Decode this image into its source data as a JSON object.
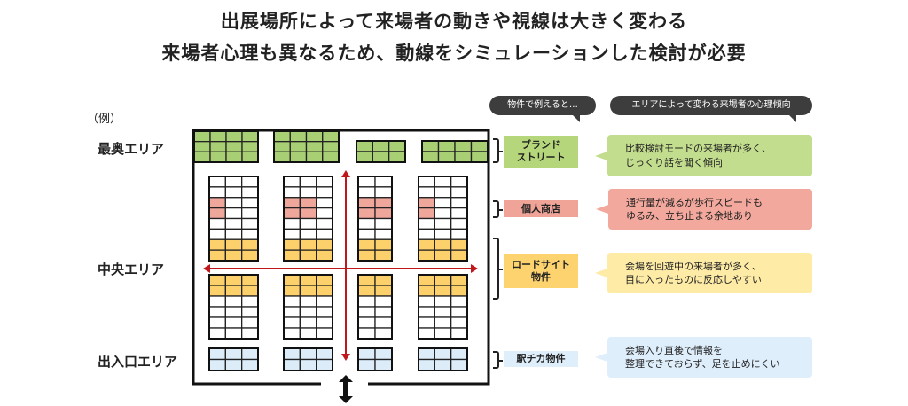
{
  "title": {
    "line1": "出展場所によって来場者の動きや視線は大きく変わる",
    "line2": "来場者心理も異なるため、動線をシミュレーションした検討が必要"
  },
  "example_label": "（例）",
  "areas": {
    "back": "最奥エリア",
    "center": "中央エリア",
    "entrance": "出入口エリア"
  },
  "headers": {
    "property": "物件で例えると…",
    "psychology": "エリアによって変わる来場者の心理傾向"
  },
  "rows": [
    {
      "label_line1": "ブランド",
      "label_line2": "ストリート",
      "text_line1": "比較検討モードの来場者が多く、",
      "text_line2": "じっくり話を聞く傾向",
      "label_color": "#b5d67a",
      "box_color": "#c3dd8e"
    },
    {
      "label_line1": "個人商店",
      "label_line2": "",
      "text_line1": "通行量が減るが歩行スピードも",
      "text_line2": "ゆるみ、立ち止まる余地あり",
      "label_color": "#f0a397",
      "box_color": "#f2a89c"
    },
    {
      "label_line1": "ロードサイト",
      "label_line2": "物件",
      "text_line1": "会場を回遊中の来場者が多く、",
      "text_line2": "目に入ったものに反応しやすい",
      "label_color": "#fcd36e",
      "box_color": "#fdeba6"
    },
    {
      "label_line1": "駅チカ物件",
      "label_line2": "",
      "text_line1": "会場入り直後で情報を",
      "text_line2": "整理できておらず、足を止めにくい",
      "label_color": "#deeefb",
      "box_color": "#deeefb"
    }
  ],
  "colors": {
    "green": "#a9cf74",
    "pink": "#f0a79b",
    "orange": "#fcd06a",
    "blue": "#dcecf9",
    "arrow": "#c0171c"
  }
}
